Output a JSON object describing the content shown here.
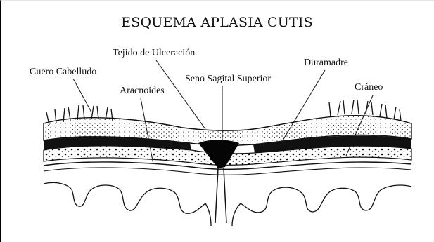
{
  "title": "ESQUEMA APLASIA CUTIS",
  "labels": {
    "tejido": "Tejido de Ulceración",
    "cuero": "Cuero Cabelludo",
    "duramadre": "Duramadre",
    "seno": "Seno Sagital Superior",
    "aracnoides": "Aracnoides",
    "craneo": "Cráneo"
  }
}
